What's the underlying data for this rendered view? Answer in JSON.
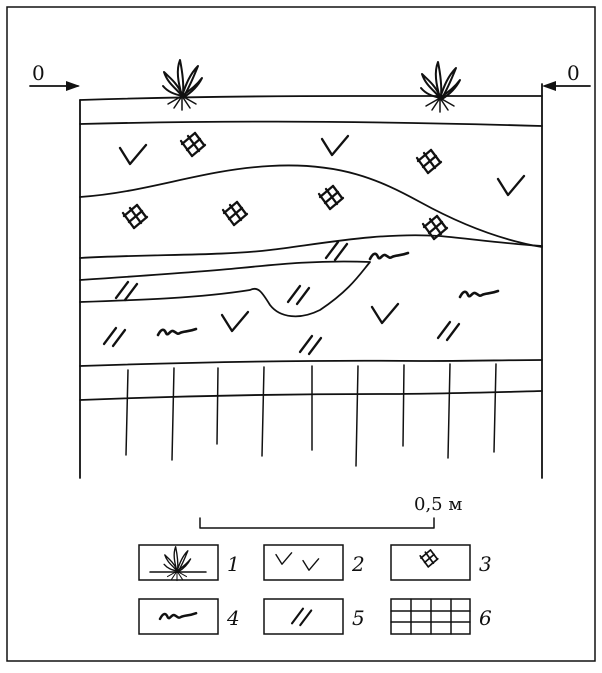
{
  "profile": {
    "surface_mark_left": "0",
    "surface_mark_right": "0"
  },
  "scale_bar": {
    "label": "0,5 м"
  },
  "legend": {
    "items": [
      {
        "number": "1",
        "icon": "grass-tuft-icon"
      },
      {
        "number": "2",
        "icon": "v-marks-icon"
      },
      {
        "number": "3",
        "icon": "cross-hatch-icon"
      },
      {
        "number": "4",
        "icon": "squiggle-icon"
      },
      {
        "number": "5",
        "icon": "double-slash-icon"
      },
      {
        "number": "6",
        "icon": "grid-icon"
      }
    ]
  }
}
